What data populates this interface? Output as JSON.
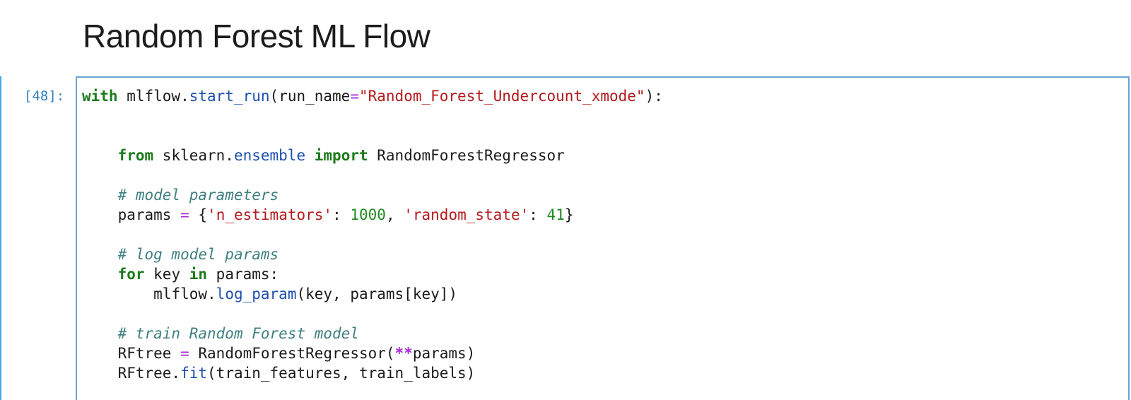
{
  "markdown": {
    "title": "Random Forest ML Flow"
  },
  "code_cell": {
    "prompt": "[48]:",
    "lines": {
      "l1": {
        "kw_with": "with",
        "t1": " mlflow.",
        "fn_start_run": "start_run",
        "t2": "(run_name",
        "op_eq": "=",
        "str_run_name": "\"Random_Forest_Undercount_xmode\"",
        "t3": "):"
      },
      "l4": {
        "indent": "    ",
        "kw_from": "from",
        "t1": " sklearn.",
        "fn_ensemble": "ensemble",
        "t2": " ",
        "kw_import": "import",
        "t3": " RandomForestRegressor"
      },
      "l6": {
        "indent": "    ",
        "comment": "# model parameters"
      },
      "l7": {
        "indent": "    ",
        "t1": "params ",
        "op_eq": "=",
        "t2": " {",
        "str_key1": "'n_estimators'",
        "t3": ": ",
        "num1": "1000",
        "t4": ", ",
        "str_key2": "'random_state'",
        "t5": ": ",
        "num2": "41",
        "t6": "}"
      },
      "l9": {
        "indent": "    ",
        "comment": "# log model params"
      },
      "l10": {
        "indent": "    ",
        "kw_for": "for",
        "t1": " key ",
        "kw_in": "in",
        "t2": " params:"
      },
      "l11": {
        "indent": "        ",
        "t1": "mlflow.",
        "fn_log_param": "log_param",
        "t2": "(key, params[key])"
      },
      "l13": {
        "indent": "    ",
        "comment": "# train Random Forest model"
      },
      "l14": {
        "indent": "    ",
        "t1": "RFtree ",
        "op_eq": "=",
        "t2": " RandomForestRegressor(",
        "op_star": "**",
        "t3": "params)"
      },
      "l15": {
        "indent": "    ",
        "t1": "RFtree.",
        "fn_fit": "fit",
        "t2": "(train_features, train_labels)"
      }
    }
  },
  "colors": {
    "keyword": "#1c7a1c",
    "function": "#1d4fb0",
    "string": "#b3191b",
    "number": "#208a20",
    "operator": "#a52ad6",
    "comment": "#3f7f7f",
    "prompt": "#307fc1",
    "active_border": "#66a6d6"
  }
}
